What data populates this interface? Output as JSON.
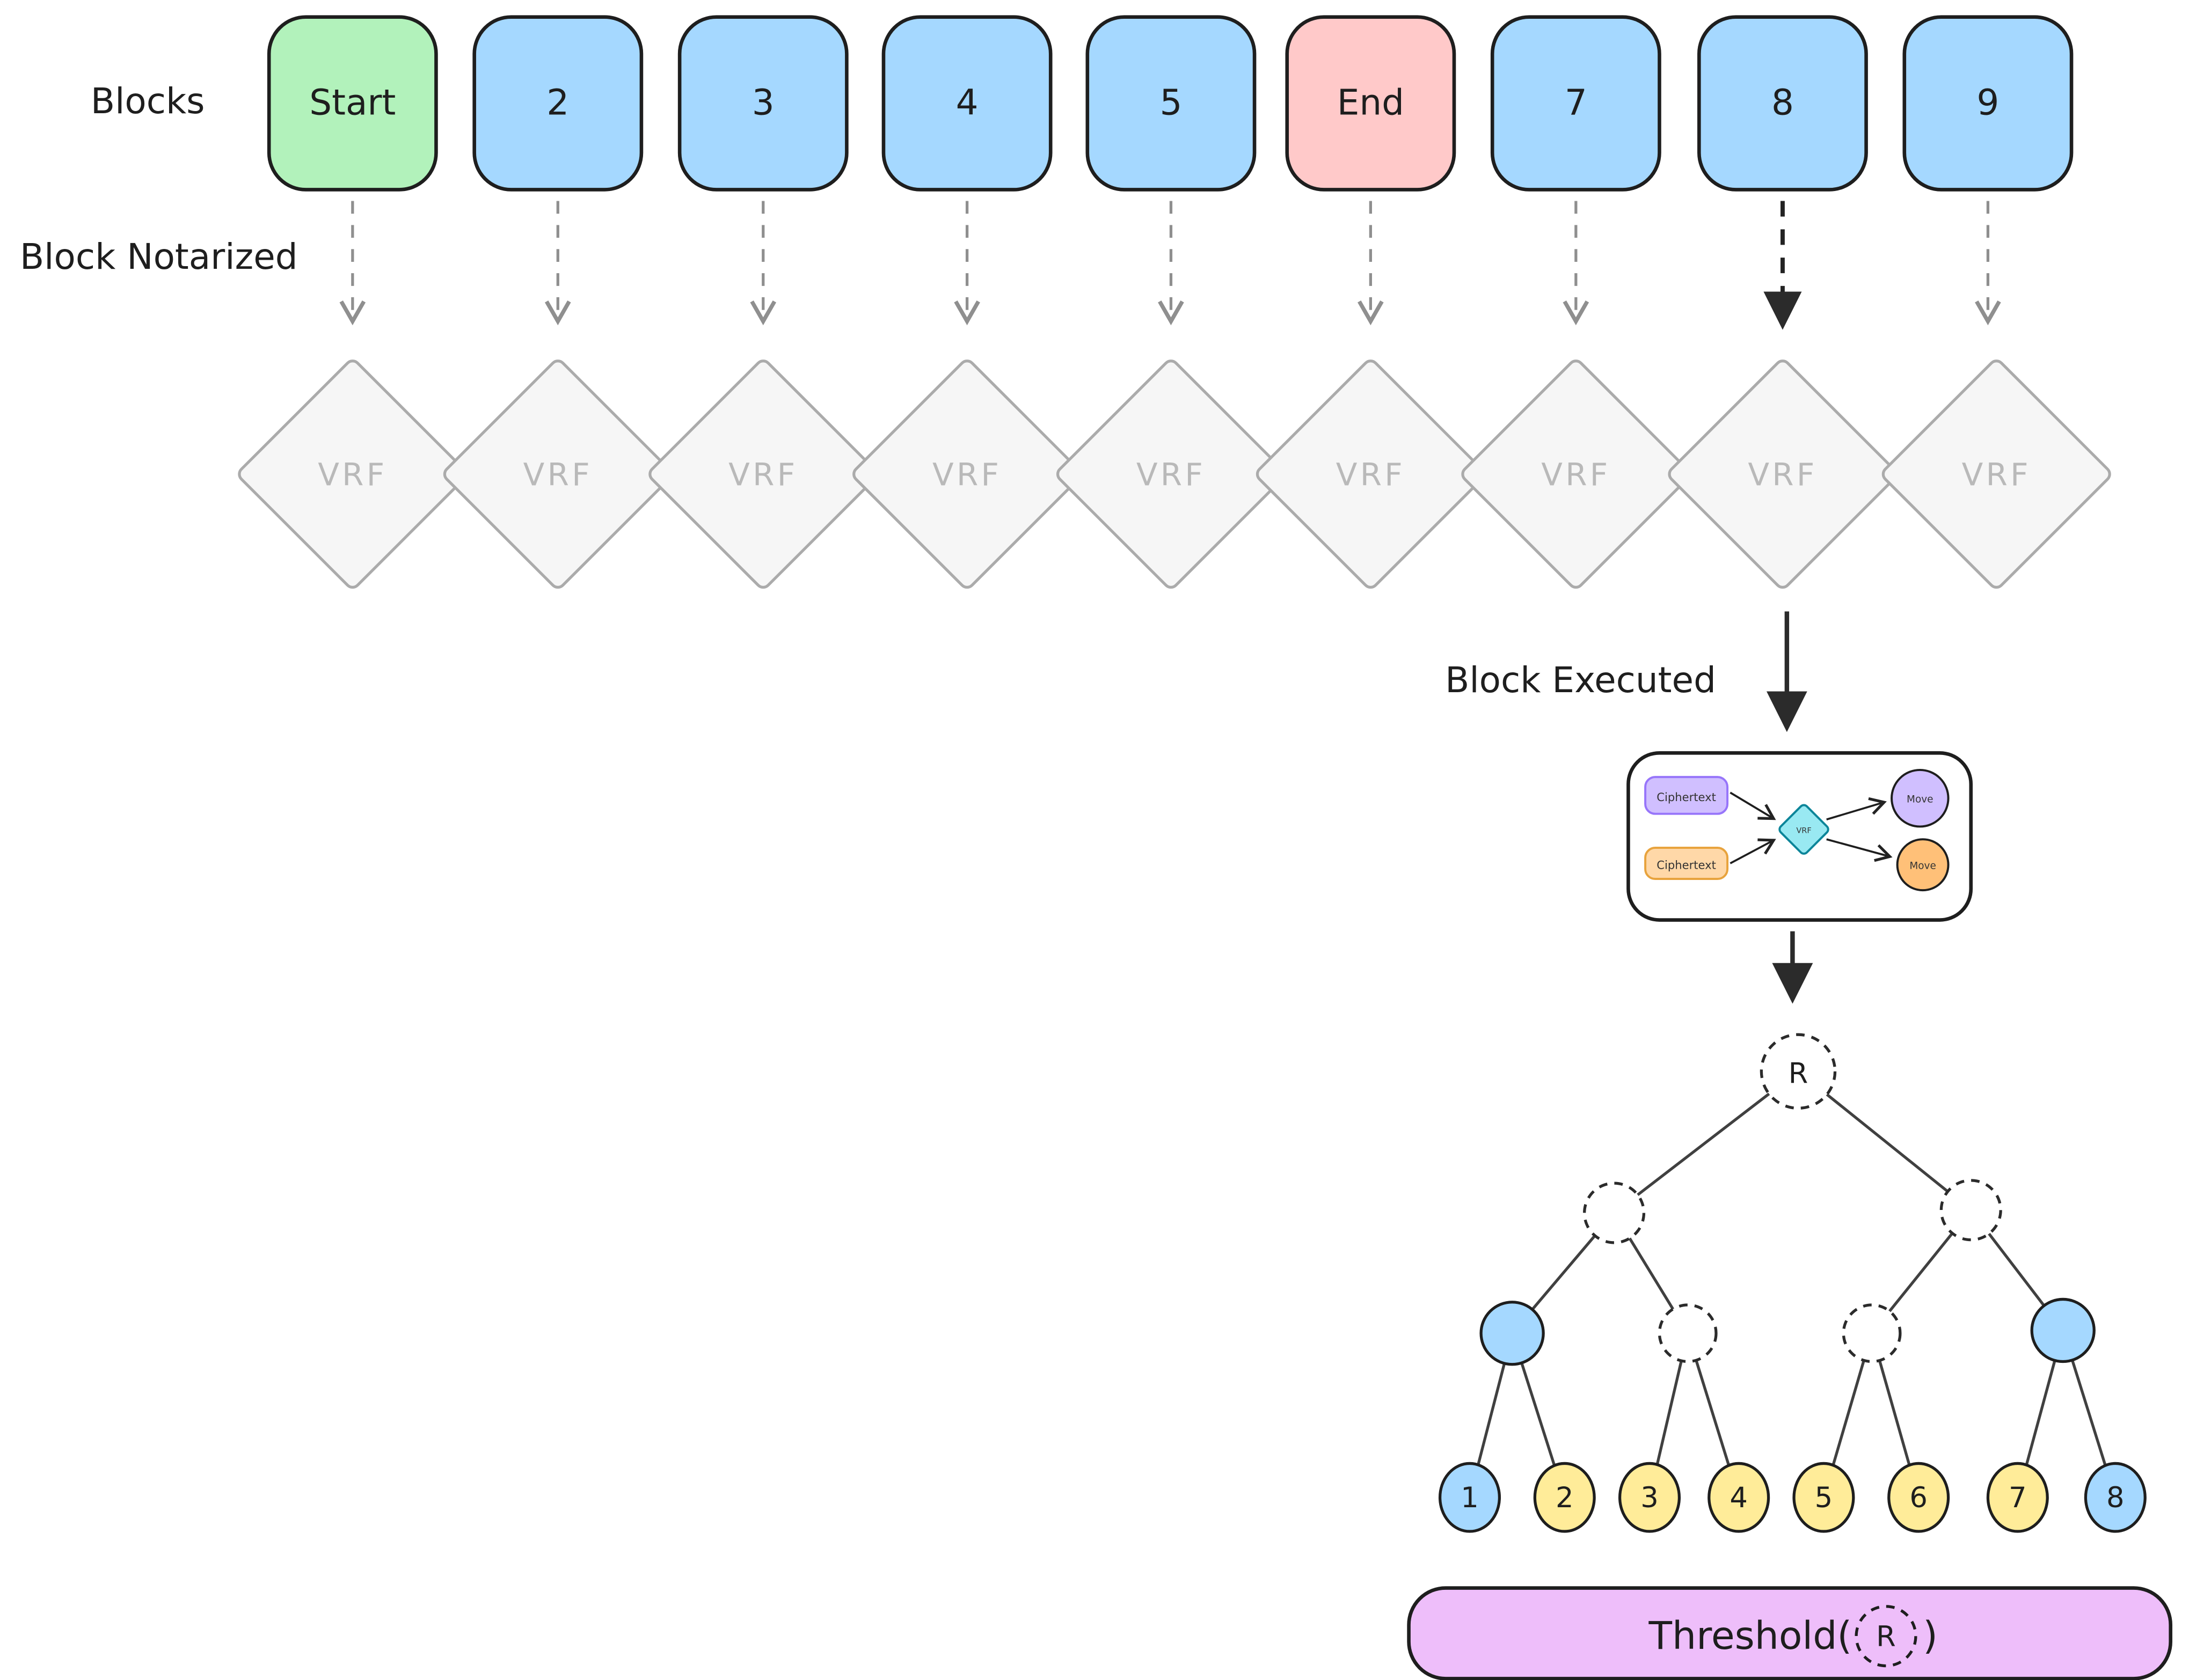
{
  "labels": {
    "blocks": "Blocks",
    "notarized": "Block Notarized",
    "executed": "Block Executed"
  },
  "blocks": {
    "items": [
      {
        "label": "Start",
        "fill": "#b2f2bb"
      },
      {
        "label": "2",
        "fill": "#a5d8ff"
      },
      {
        "label": "3",
        "fill": "#a5d8ff"
      },
      {
        "label": "4",
        "fill": "#a5d8ff"
      },
      {
        "label": "5",
        "fill": "#a5d8ff"
      },
      {
        "label": "End",
        "fill": "#ffc9c9"
      },
      {
        "label": "7",
        "fill": "#a5d8ff"
      },
      {
        "label": "8",
        "fill": "#a5d8ff"
      },
      {
        "label": "9",
        "fill": "#a5d8ff"
      }
    ]
  },
  "vrf": {
    "label": "VRF",
    "fill": "#f6f6f6"
  },
  "executed_card": {
    "input_top": {
      "label": "Ciphertext",
      "fill": "#d0bfff"
    },
    "input_bottom": {
      "label": "Ciphertext",
      "fill": "#ffd8a8"
    },
    "vrf": {
      "label": "VRF",
      "fill": "#99e9f2"
    },
    "output_top": {
      "label": "Move",
      "fill": "#d0bfff"
    },
    "output_bottom": {
      "label": "Move",
      "fill": "#ffc078"
    }
  },
  "tree": {
    "root_label": "R",
    "internal_fill": "#a5d8ff",
    "leaves": [
      {
        "label": "1",
        "fill": "#a5d8ff"
      },
      {
        "label": "2",
        "fill": "#ffec99"
      },
      {
        "label": "3",
        "fill": "#ffec99"
      },
      {
        "label": "4",
        "fill": "#ffec99"
      },
      {
        "label": "5",
        "fill": "#ffec99"
      },
      {
        "label": "6",
        "fill": "#ffec99"
      },
      {
        "label": "7",
        "fill": "#ffec99"
      },
      {
        "label": "8",
        "fill": "#a5d8ff"
      }
    ]
  },
  "threshold": {
    "prefix": "Threshold(",
    "symbol": "R",
    "suffix": ")",
    "fill": "#eebefa"
  }
}
